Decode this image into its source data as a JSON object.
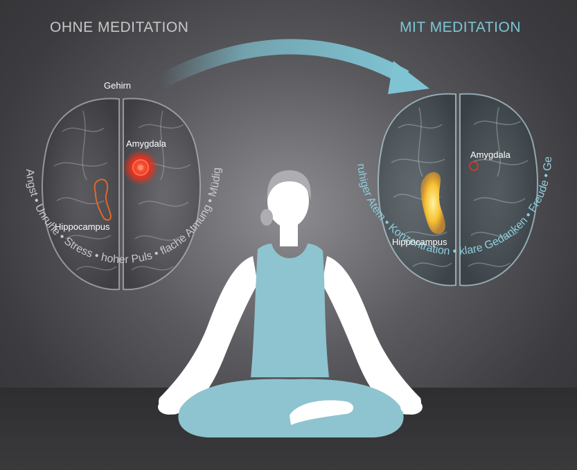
{
  "titles": {
    "left": "OHNE MEDITATION",
    "right": "MIT MEDITATION"
  },
  "labels": {
    "gehirn": "Gehirn",
    "amygdala_left": "Amygdala",
    "hippocampus_left": "Hippocampus",
    "amygdala_right": "Amygdala",
    "hippocampus_right": "Hippocampus"
  },
  "left_states": [
    "Angst",
    "Unruhe",
    "Stress",
    "hoher Puls",
    "flache Atmung",
    "Müdigkeit"
  ],
  "right_states": [
    "ruhiger Atem",
    "Konzentration",
    "klare Gedanken",
    "Freude",
    "Gelassenheit"
  ],
  "colors": {
    "left_text": "#c9c9c9",
    "right_text": "#8ccfdd",
    "accent": "#7fc4d3",
    "amygdala_active": "#e8321e",
    "hippocampus_active": "#f7c234",
    "figure_outfit": "#8ec4cf"
  },
  "icons": {
    "arrow": "curved-arrow-right-icon",
    "figure": "meditating-person-icon"
  }
}
